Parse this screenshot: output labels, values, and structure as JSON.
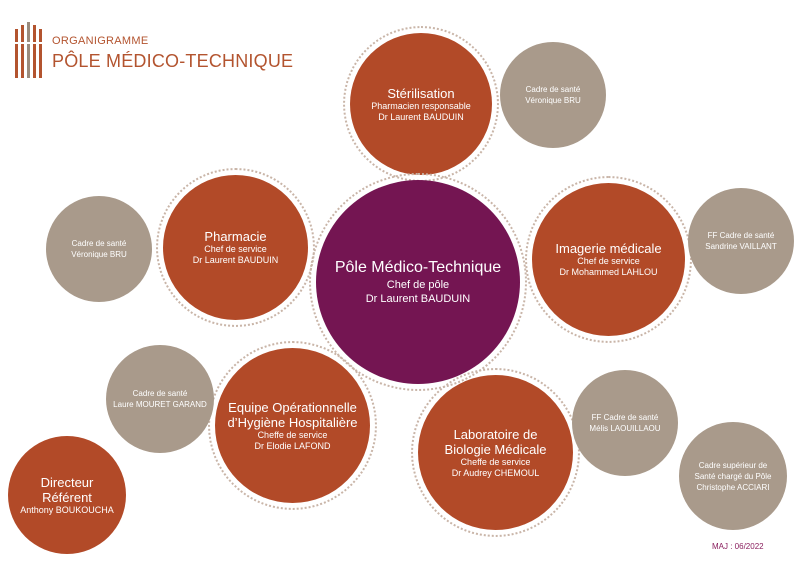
{
  "header": {
    "subtitle": "ORGANIGRAMME",
    "title": "PÔLE MÉDICO-TECHNIQUE"
  },
  "center": {
    "title": "Pôle Médico-Technique",
    "role": "Chef de pôle",
    "name": "Dr Laurent BAUDUIN"
  },
  "units": {
    "sterilisation": {
      "title": "Stérilisation",
      "role": "Pharmacien responsable",
      "name": "Dr Laurent BAUDUIN"
    },
    "pharmacie": {
      "title": "Pharmacie",
      "role": "Chef de service",
      "name": "Dr Laurent BAUDUIN"
    },
    "imagerie": {
      "title": "Imagerie médicale",
      "role": "Chef de service",
      "name": "Dr Mohammed LAHLOU"
    },
    "hygiene": {
      "title_line1": "Equipe Opérationnelle",
      "title_line2": "d’Hygiène Hospitalière",
      "role": "Cheffe de service",
      "name": "Dr Elodie LAFOND"
    },
    "laboratoire": {
      "title_line1": "Laboratoire de",
      "title_line2": "Biologie Médicale",
      "role": "Cheffe de service",
      "name": "Dr Audrey CHEMOUL"
    }
  },
  "cadres": {
    "sterilisation": {
      "role": "Cadre de santé",
      "name": "Véronique BRU"
    },
    "pharmacie": {
      "role": "Cadre de santé",
      "name": "Véronique BRU"
    },
    "imagerie": {
      "role": "FF Cadre de santé",
      "name": "Sandrine VAILLANT"
    },
    "hygiene": {
      "role": "Cadre de santé",
      "name": "Laure MOURET GARAND"
    },
    "laboratoire": {
      "role": "FF Cadre de santé",
      "name": "Mélis LAOUILLAOU"
    },
    "superieur": {
      "role_line1": "Cadre supérieur de",
      "role_line2": "Santé  chargé du Pôle",
      "name": "Christophe ACCIARI"
    }
  },
  "directeur": {
    "title": "Directeur Référent",
    "name": "Anthony BOUKOUCHA"
  },
  "footer": {
    "maj": "MAJ : 06/2022"
  },
  "colors": {
    "rust": "#b24a28",
    "plum": "#741552",
    "taupe": "#a99a8b",
    "dots": "#c9b5a8"
  },
  "icons": {
    "logo": "hospital-columns-logo"
  }
}
